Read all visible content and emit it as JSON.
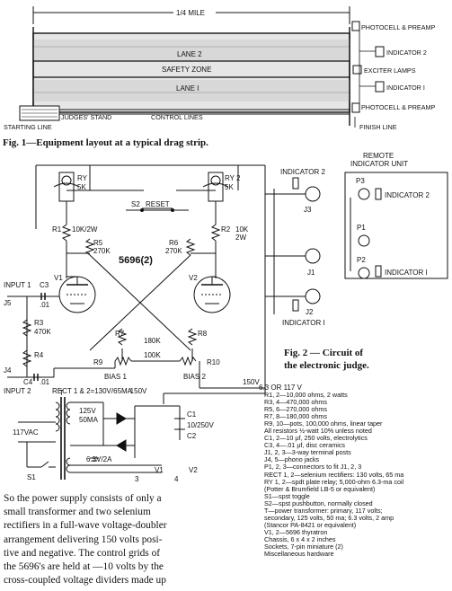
{
  "fig1": {
    "distance": "1/4 MILE",
    "lane2": "LANE 2",
    "safety": "SAFETY ZONE",
    "lane1": "LANE I",
    "photocell_top": "PHOTOCELL & PREAMP",
    "indicator2": "INDICATOR 2",
    "exciter": "EXCITER LAMPS",
    "indicator1": "INDICATOR I",
    "photocell_bottom": "PHOTOCELL & PREAMP",
    "starting_line": "STARTING LINE",
    "judges_stand": "JUDGES' STAND",
    "control_lines": "CONTROL LINES",
    "finish_line": "FINISH LINE",
    "caption": "Fig. 1—Equipment layout at a typical drag strip."
  },
  "fig2": {
    "ry1": "RY I",
    "ry1_val": "5K",
    "ry2": "RY 2",
    "ry2_val": "5K",
    "reset": "RESET",
    "s2": "S2",
    "r1": "R1",
    "r1_val": "10K/2W",
    "r2": "R2",
    "r2_val": "10K",
    "r2_w": "2W",
    "r5": "R5",
    "r5_val": "270K",
    "r6": "R6",
    "r6_val": "270K",
    "tube": "5696(2)",
    "v1": "V1",
    "v2": "V2",
    "input1": "INPUT 1",
    "input2": "INPUT 2",
    "j5": "J5",
    "j4": "J4",
    "c3": "C3",
    "c3_val": ".01",
    "c4": "C4",
    "c4_val": ".01",
    "r3": "R3",
    "r3_val": "470K",
    "r4": "R4",
    "r7": "R7",
    "r8": "R8",
    "r7r8_val": "180K",
    "r9": "R9",
    "r10": "R10",
    "r9r10_val": "100K",
    "bias1": "BIAS 1",
    "bias2": "BIAS 2",
    "rect": "RECT 1 & 2=130V/65MA",
    "minus150": "-150V",
    "plus150": "150V",
    "c1": "C1",
    "c2": "C2",
    "c_val": "10/250V",
    "t": "T",
    "t_sec1": "125V",
    "t_sec2": "50MA",
    "t_sec3": "6.3V/2A",
    "ac": "117VAC",
    "s1": "S1",
    "v_a": "V1",
    "v_b": "V2",
    "pin3": "3",
    "pin4": "4",
    "ind2": "INDICATOR 2",
    "ind1": "INDICATOR I",
    "j3": "J3",
    "j1": "J1",
    "j2": "J2",
    "supply": "6.3 OR 117 V",
    "remote_title1": "REMOTE",
    "remote_title2": "INDICATOR UNIT",
    "p3": "P3",
    "p1": "P1",
    "p2": "P2",
    "r_ind2": "INDICATOR 2",
    "r_ind1": "INDICATOR I",
    "caption1": "Fig. 2 — Circuit of",
    "caption2": "the electronic judge."
  },
  "parts_list": [
    "R1, 2—10,000 ohms, 2 watts",
    "R3, 4—470,000 ohms",
    "R5, 6—270,000 ohms",
    "R7, 8—180,000 ohms",
    "R9, 10—pots, 100,000 ohms, linear taper",
    "All resistors ½-watt 10% unless noted",
    "C1, 2—10 µf, 250 volts, electrolytics",
    "C3, 4—.01 µf, disc ceramics",
    "J1, 2, 3—3-way terminal posts",
    "J4, 5—phono jacks",
    "P1, 2, 3—connectors to fit J1, 2, 3",
    "RECT 1, 2—selenium rectifiers: 130 volts, 65 ma",
    "RY 1, 2—spdt plate relay; 5,000-ohm 6.3-ma coil",
    "    (Potter & Brumfield LB-5 or equivalent)",
    "S1—spst toggle",
    "S2—spst pushbutton, normally closed",
    "T—power transformer: primary, 117 volts;",
    "    secondary, 125 volts, 50 ma; 6.3 volts, 2 amp",
    "    (Stancor PA-8421 or equivalent)",
    "V1, 2—5696 thyratron",
    "Chassis, 6 x 4 x 2 inches",
    "Sockets, 7-pin miniature (2)",
    "Miscellaneous hardware"
  ],
  "body_text": [
    "So the power supply consists of only a",
    "small transformer and two selenium",
    "rectifiers in a full-wave voltage-doubler",
    "arrangement delivering 150 volts posi-",
    "tive and negative. The control grids of",
    "the 5696's are held at —10 volts by the",
    "cross-coupled voltage dividers made up"
  ]
}
